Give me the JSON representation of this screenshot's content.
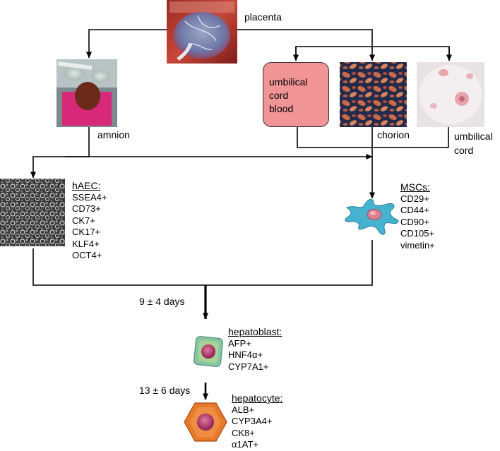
{
  "sources": {
    "placenta": "placenta",
    "amnion": "amnion",
    "umbilical_cord_blood": [
      "umbilical",
      "cord",
      "blood"
    ],
    "chorion": "chorion",
    "umbilical_cord": [
      "umbilical",
      "cord"
    ]
  },
  "cell_types": {
    "hAEC": {
      "title": "hAEC:",
      "markers": [
        "SSEA4+",
        "CD73+",
        "CK7+",
        "CK17+",
        "KLF4+",
        "OCT4+"
      ]
    },
    "MSCs": {
      "title": "MSCs:",
      "markers": [
        "CD29+",
        "CD44+",
        "CD90+",
        "CD105+",
        "vimetin+"
      ]
    },
    "hepatoblast": {
      "title": "hepatoblast:",
      "markers": [
        "AFP+",
        "HNF4α+",
        "CYP7A1+"
      ]
    },
    "hepatocyte": {
      "title": "hepatocyte:",
      "markers": [
        "ALB+",
        "CYP3A4+",
        "CK8+",
        "α1AT+"
      ]
    }
  },
  "durations": {
    "to_hepatoblast": "9 ± 4 days",
    "to_hepatocyte": "13 ± 6 days"
  },
  "colors": {
    "umbilical_cord_blood_fill": "#f19496",
    "msc_cell": "#45b3cf",
    "hepatoblast_cell": "#86c6a3",
    "hepatocyte_cell": "#e8782a",
    "nucleus": "#b0286a"
  }
}
